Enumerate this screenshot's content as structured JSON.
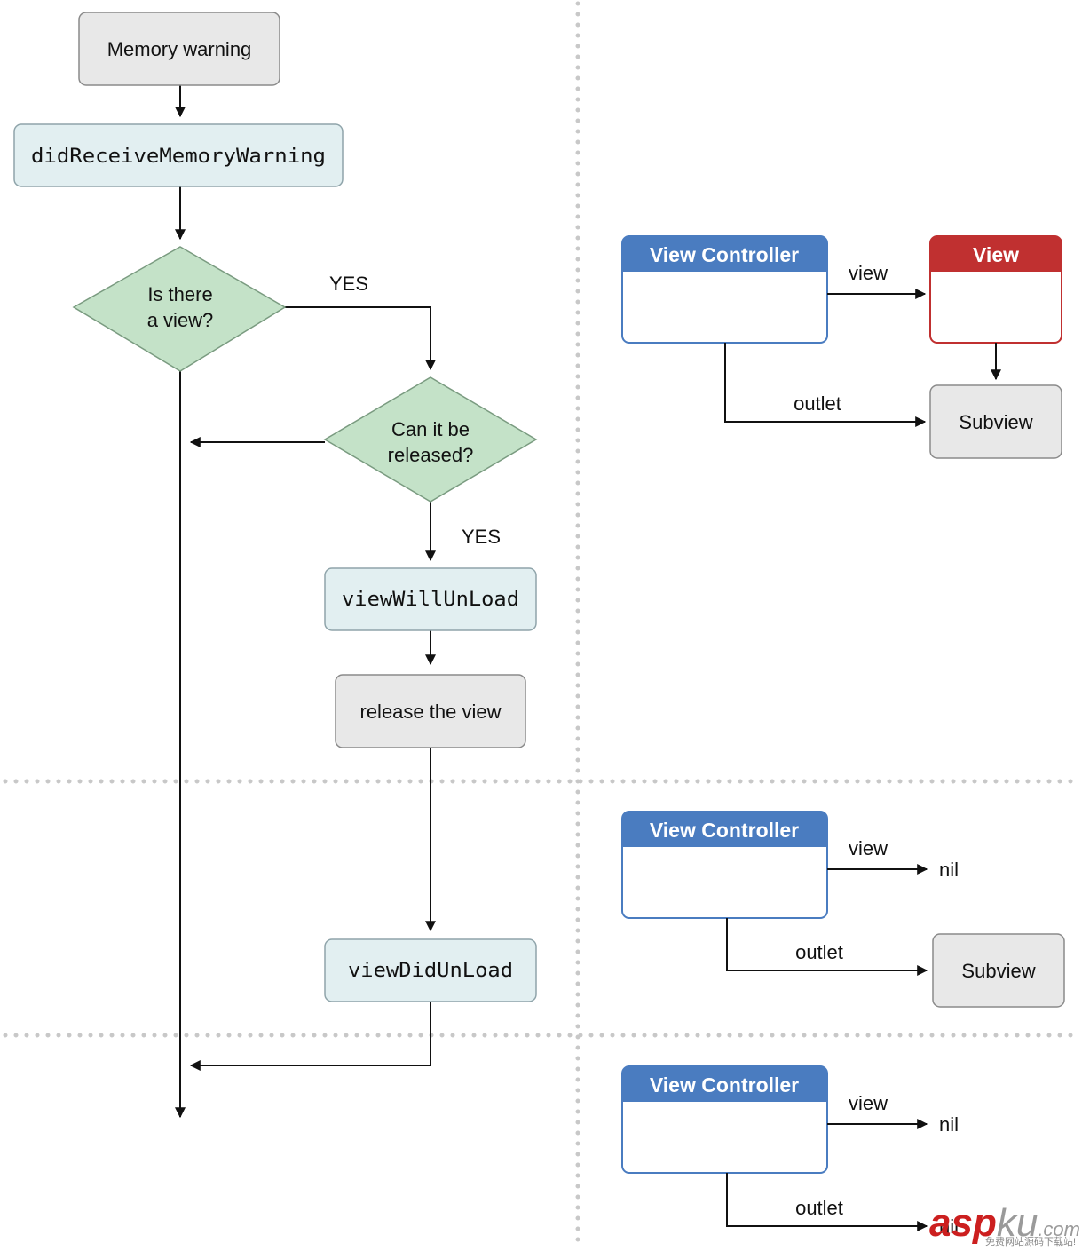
{
  "colors": {
    "gray_fill": "#e8e8e8",
    "gray_stroke": "#8a8a8a",
    "blue_fill": "#e2eff1",
    "blue_stroke": "#8fa4aa",
    "green_fill": "#c4e2c8",
    "green_stroke": "#7a9b80",
    "controller_blue": "#4a7cc0",
    "view_red": "#c03030",
    "divider": "#c8c8c8"
  },
  "flowchart": {
    "memory_warning": "Memory warning",
    "did_receive": "didReceiveMemoryWarning",
    "is_there_line1": "Is there",
    "is_there_line2": "a view?",
    "yes_1": "YES",
    "can_release_line1": "Can it be",
    "can_release_line2": "released?",
    "yes_2": "YES",
    "view_will_unload": "viewWillUnLoad",
    "release_view": "release the view",
    "view_did_unload": "viewDidUnLoad"
  },
  "state1": {
    "controller": "View Controller",
    "view_edge": "view",
    "view_box": "View",
    "outlet_edge": "outlet",
    "subview": "Subview"
  },
  "state2": {
    "controller": "View Controller",
    "view_edge": "view",
    "view_target": "nil",
    "outlet_edge": "outlet",
    "subview": "Subview"
  },
  "state3": {
    "controller": "View Controller",
    "view_edge": "view",
    "view_target": "nil",
    "outlet_edge": "outlet",
    "outlet_target": "nil"
  },
  "watermark": {
    "brand_a": "asp",
    "brand_b": "ku",
    "brand_c": ".com",
    "tagline": "免费网站源码下载站!"
  }
}
